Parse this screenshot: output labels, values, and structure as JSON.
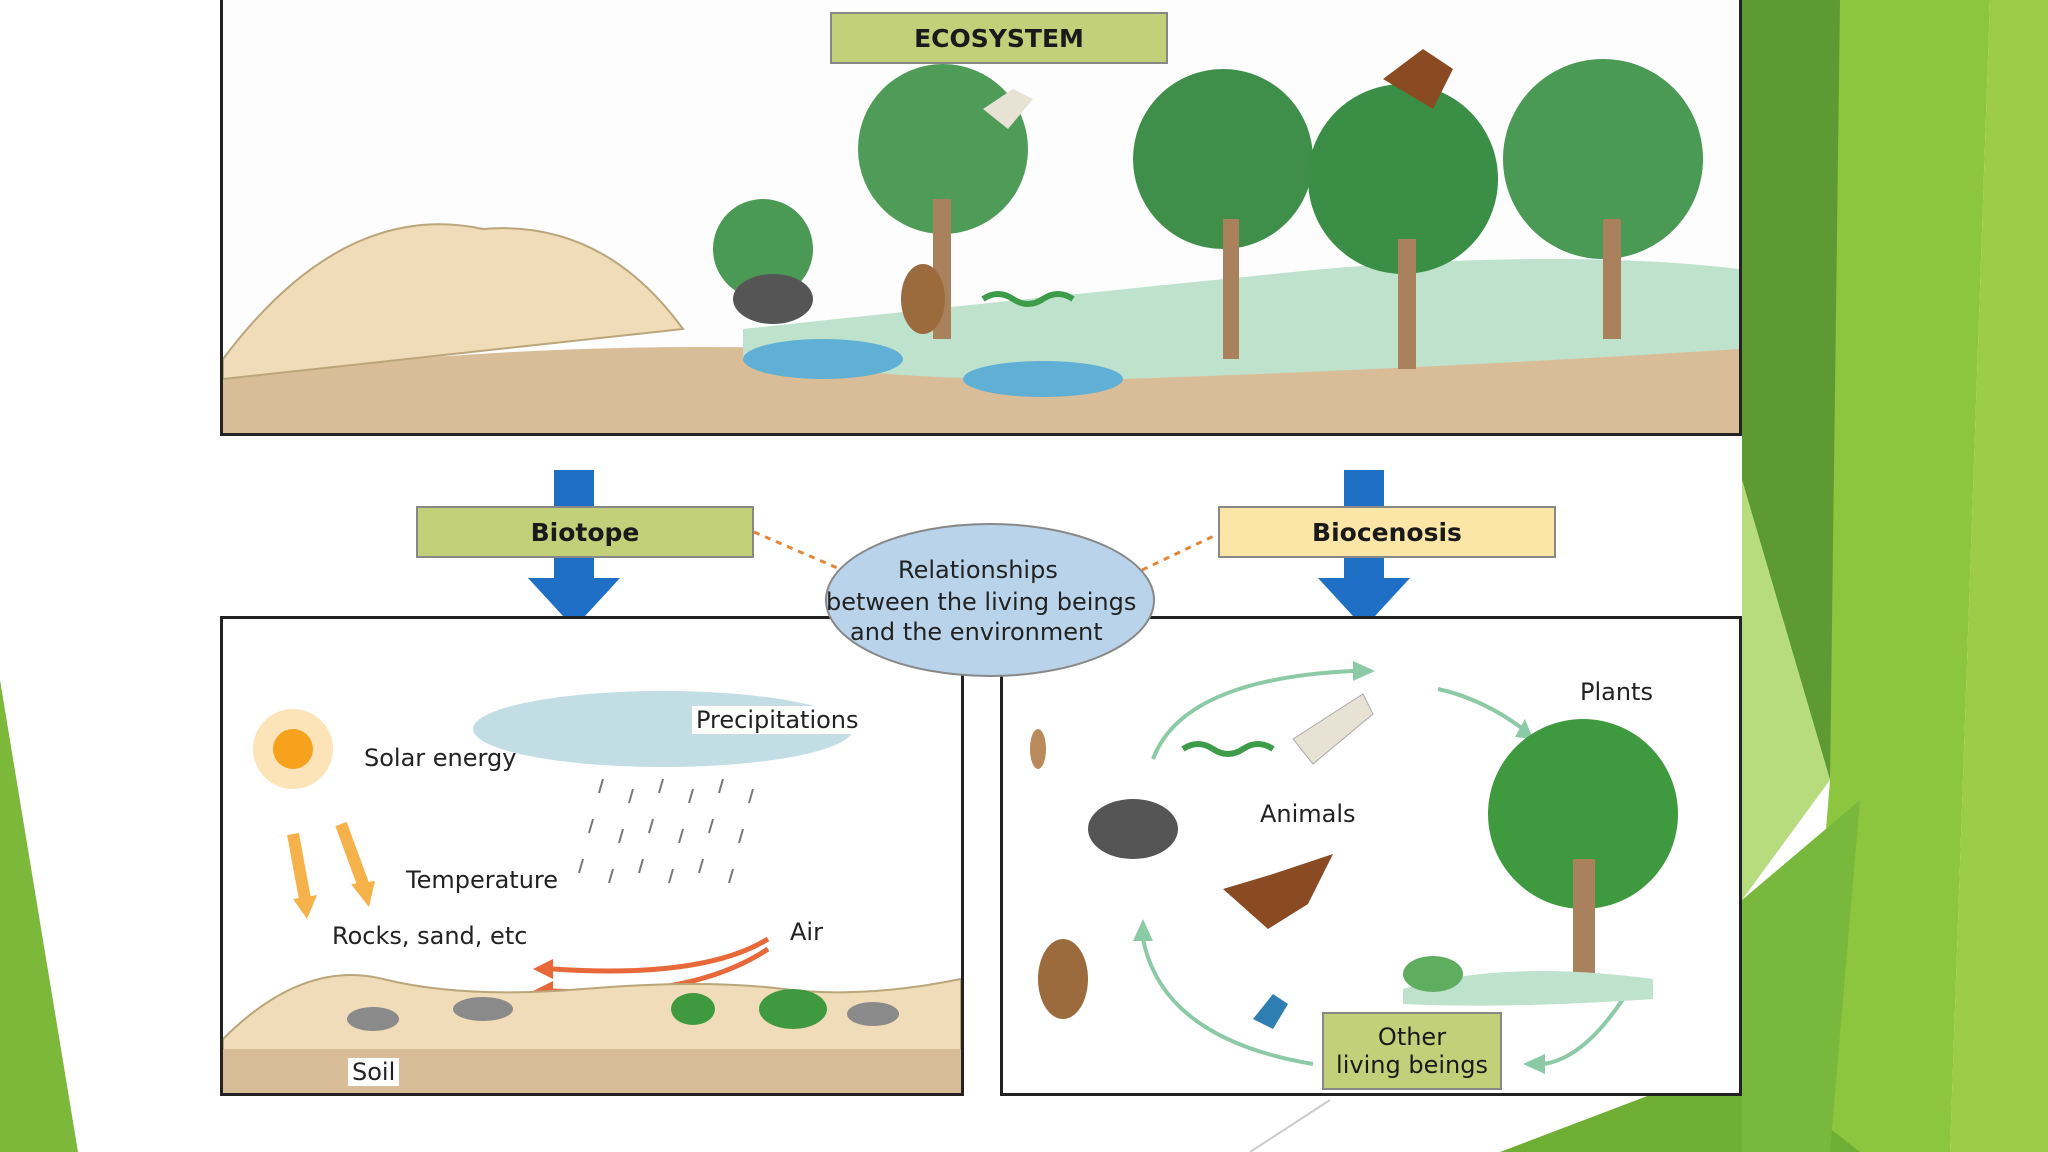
{
  "ecosystem": {
    "title": "ECOSYSTEM"
  },
  "biotope": {
    "title": "Biotope",
    "labels": {
      "solar_energy": "Solar energy",
      "precipitations": "Precipitations",
      "temperature": "Temperature",
      "rocks": "Rocks, sand, etc",
      "air": "Air",
      "soil": "Soil"
    }
  },
  "biocenosis": {
    "title": "Biocenosis",
    "labels": {
      "plants": "Plants",
      "animals": "Animals",
      "other_line1": "Other",
      "other_line2": "living beings"
    }
  },
  "relationships": {
    "line1": "Relationships",
    "line2": "between the living beings",
    "line3": "and the environment"
  },
  "colors": {
    "green_label": "#c3d07a",
    "yellow_label": "#fbe6a8",
    "ellipse": "#b9d4ea",
    "arrow_blue": "#1f6fc6",
    "deco_green": "#7cb83a"
  }
}
